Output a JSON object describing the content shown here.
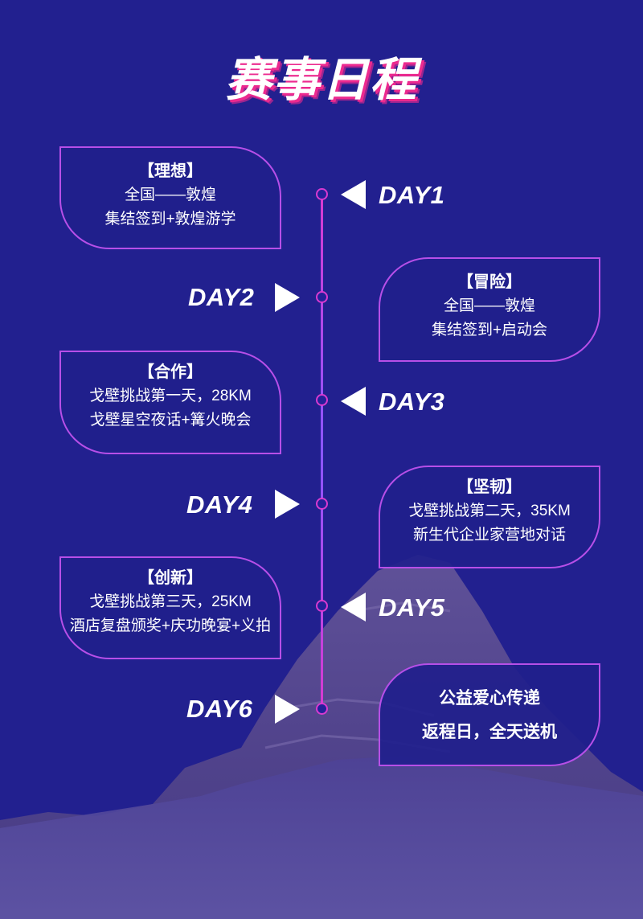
{
  "title": "赛事日程",
  "colors": {
    "background": "#22208f",
    "accent_pink": "#ec2a8f",
    "accent_purple": "#8a56ff"
  },
  "schedule": [
    {
      "day": "DAY1",
      "head": "【理想】",
      "lines": [
        "全国——敦煌",
        "集结签到+敦煌游学"
      ]
    },
    {
      "day": "DAY2",
      "head": "【冒险】",
      "lines": [
        "全国——敦煌",
        "集结签到+启动会"
      ]
    },
    {
      "day": "DAY3",
      "head": "【合作】",
      "lines": [
        "戈壁挑战第一天，28KM",
        "戈壁星空夜话+篝火晚会"
      ]
    },
    {
      "day": "DAY4",
      "head": "【坚韧】",
      "lines": [
        "戈壁挑战第二天，35KM",
        "新生代企业家营地对话"
      ]
    },
    {
      "day": "DAY5",
      "head": "【创新】",
      "lines": [
        "戈壁挑战第三天，25KM",
        "酒店复盘颁奖+庆功晚宴+义拍"
      ]
    },
    {
      "day": "DAY6",
      "head": "",
      "lines": [
        "公益爱心传递",
        "返程日，全天送机"
      ]
    }
  ]
}
